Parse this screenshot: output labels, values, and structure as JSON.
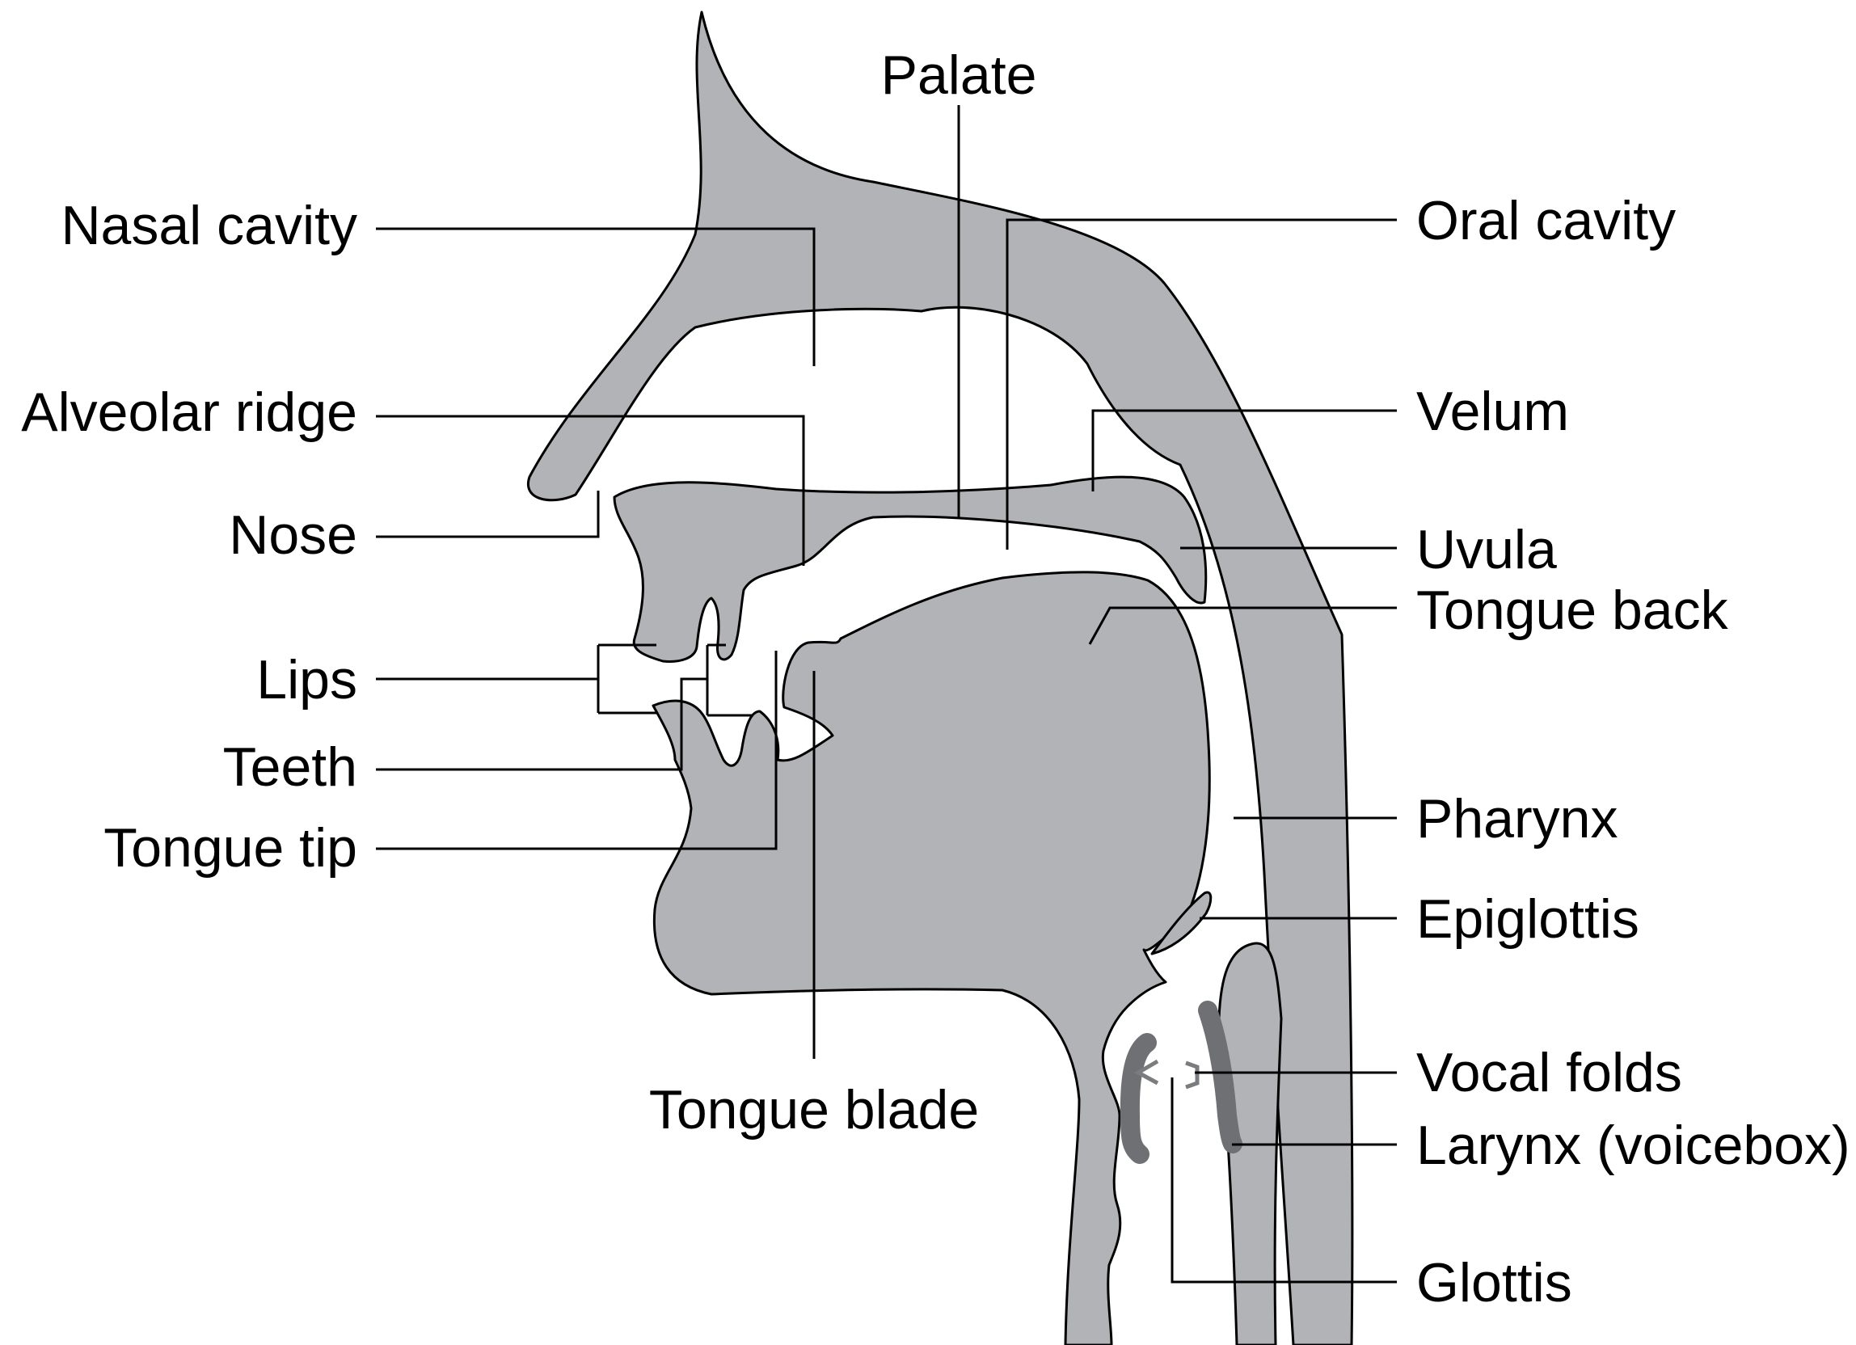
{
  "diagram": {
    "colors": {
      "tissue": "#b1b3b6",
      "vocal_folds": "#6e7073",
      "outline": "#000000",
      "background": "#ffffff"
    },
    "labels": {
      "palate": "Palate",
      "nasal_cavity": "Nasal cavity",
      "oral_cavity": "Oral cavity",
      "alveolar_ridge": "Alveolar ridge",
      "velum": "Velum",
      "nose": "Nose",
      "uvula": "Uvula",
      "tongue_back": "Tongue back",
      "lips": "Lips",
      "teeth": "Teeth",
      "tongue_tip": "Tongue tip",
      "pharynx": "Pharynx",
      "epiglottis": "Epiglottis",
      "vocal_folds": "Vocal folds",
      "larynx": "Larynx (voicebox)",
      "tongue_blade": "Tongue blade",
      "glottis": "Glottis"
    }
  }
}
